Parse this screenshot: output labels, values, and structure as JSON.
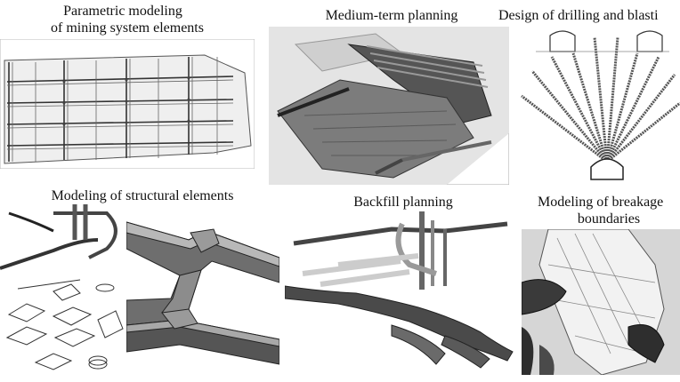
{
  "captions": {
    "parametric": [
      "Parametric modeling",
      "of mining system elements"
    ],
    "medium_term": "Medium-term planning",
    "drilling": "Design of drilling and blasti",
    "structural": "Modeling of structural elements",
    "backfill": "Backfill planning",
    "breakage": [
      "Modeling of breakage",
      "boundaries"
    ]
  },
  "colors": {
    "background": "#ffffff",
    "dark_solid": "#3a3a3a",
    "mid_solid": "#8a8a8a",
    "light_solid": "#d8d8d8",
    "line": "#222222"
  },
  "icons": {
    "parametric": "mine-grid-wireframe",
    "medium_term": "mine-block-model",
    "drilling": "drill-fan",
    "structural_small": "wireframe-shapes",
    "structural_large": "tunnel-junction",
    "backfill": "backfill-tunnels",
    "breakage": "breakage-surface"
  }
}
